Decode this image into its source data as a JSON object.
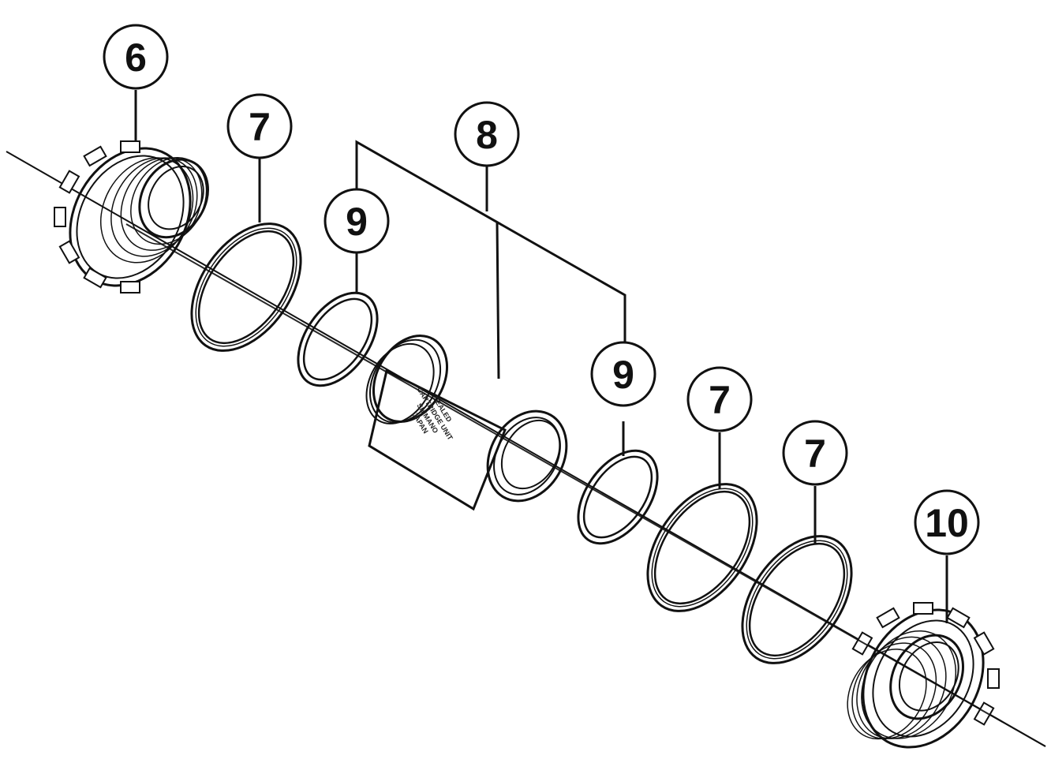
{
  "colors": {
    "ink": "#111111",
    "paper": "#ffffff",
    "shade": "#e8e8e8"
  },
  "parts": {
    "left_cup": {
      "callout": "6"
    },
    "spacer_left": {
      "callout": "7"
    },
    "cartridge": {
      "callout": "8",
      "label_lines": [
        "SEALED",
        "CARTRIDGE UNIT",
        "SHIMANO",
        "JAPAN"
      ]
    },
    "seal_left": {
      "callout": "9"
    },
    "seal_right": {
      "callout": "9"
    },
    "spacer_right_1": {
      "callout": "7"
    },
    "spacer_right_2": {
      "callout": "7"
    },
    "right_cup": {
      "callout": "10"
    }
  }
}
